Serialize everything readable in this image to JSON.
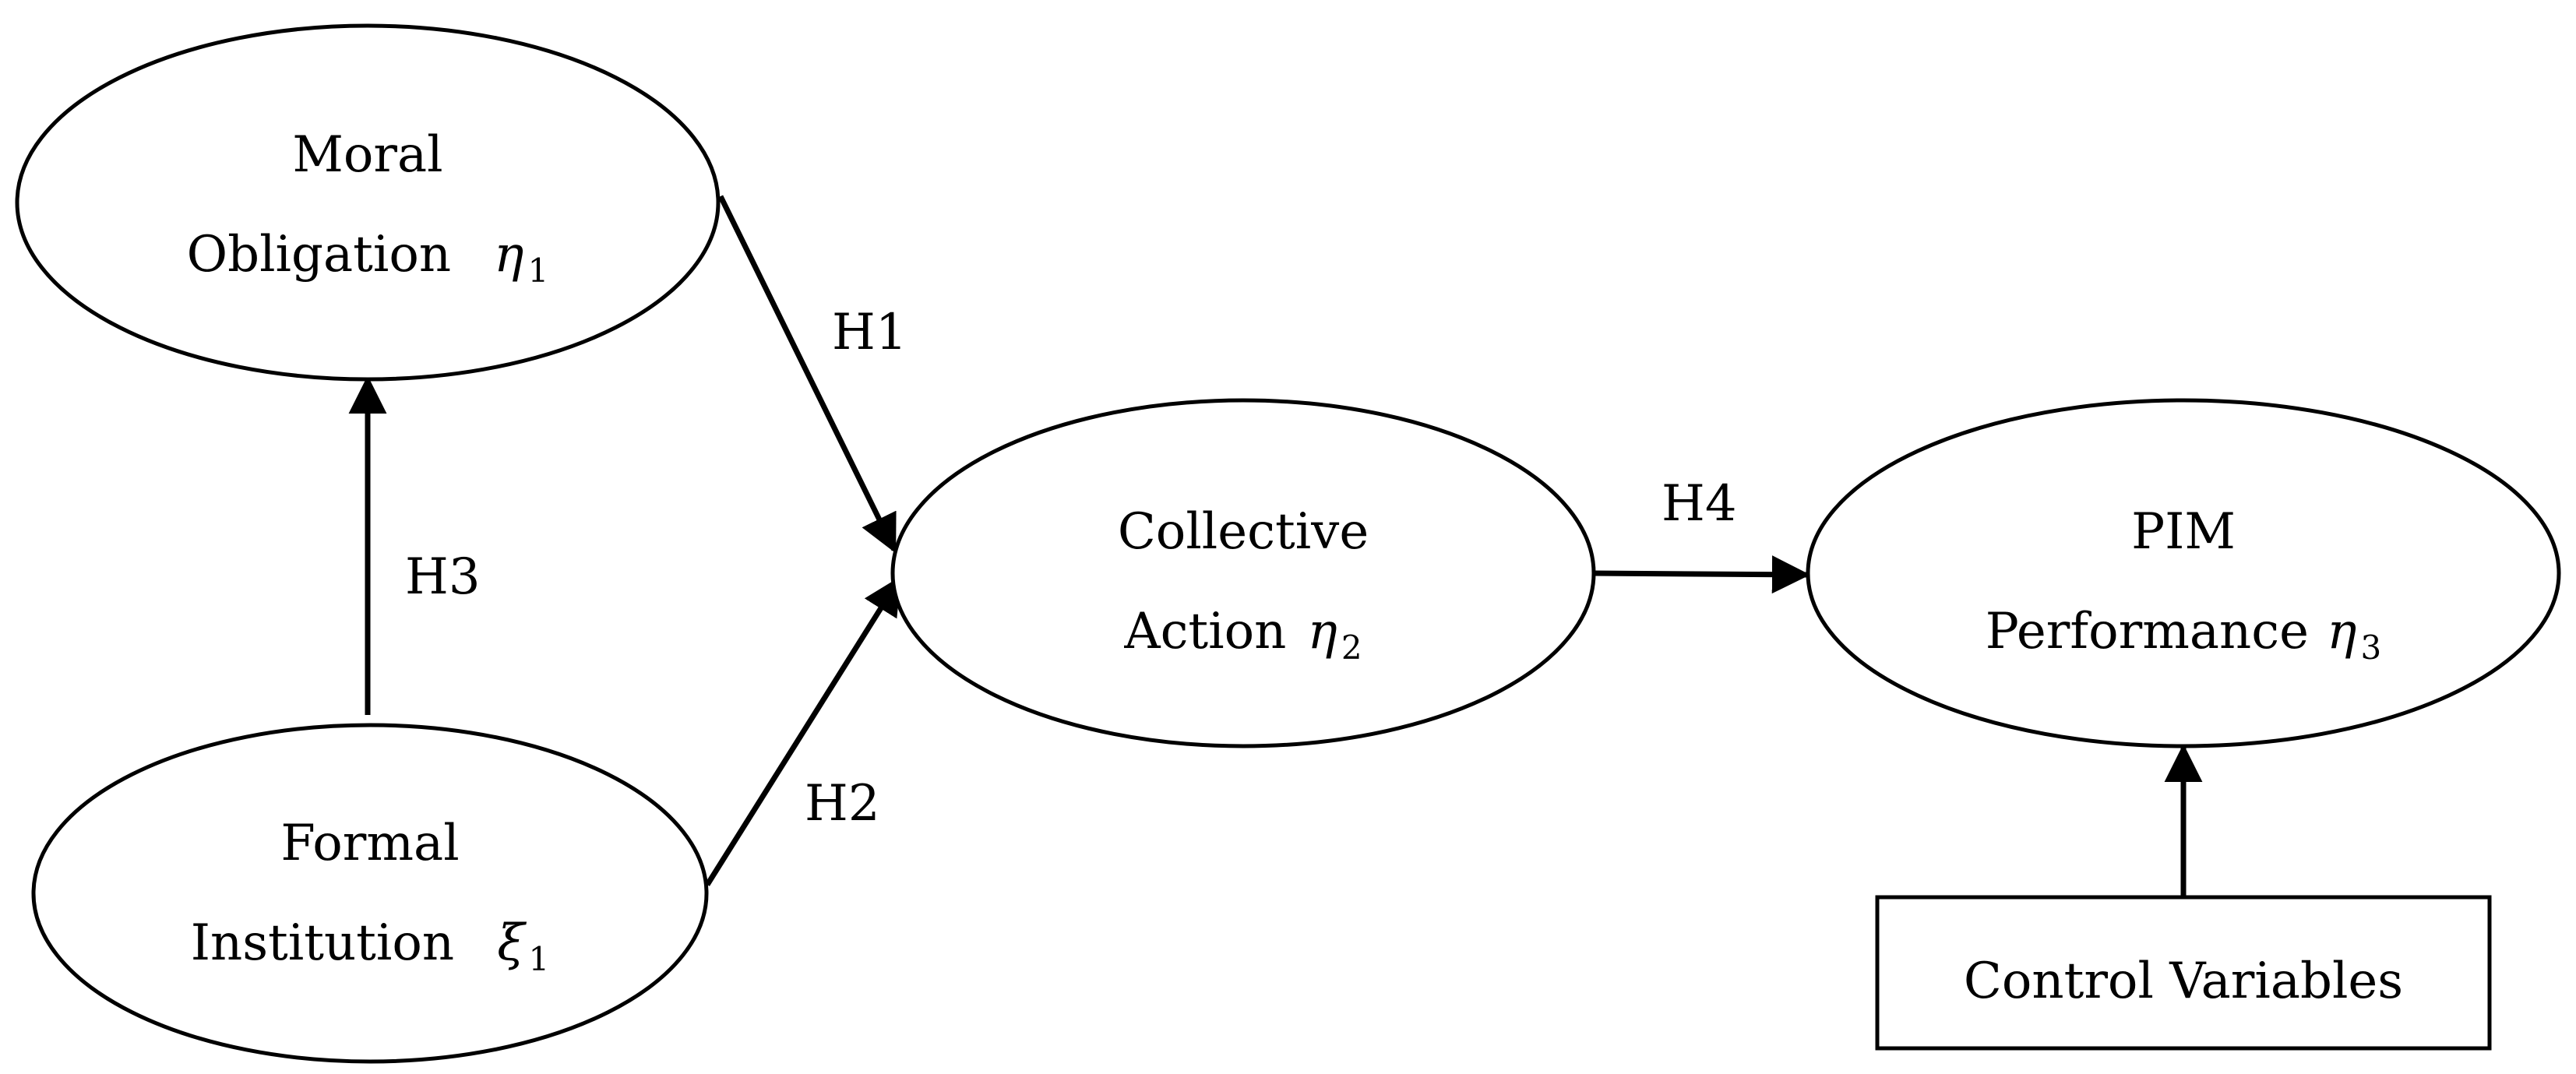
{
  "nodes": {
    "moral_obligation": {
      "line1": "Moral",
      "line2": "Obligation",
      "var": "η",
      "sub": "1"
    },
    "formal_institution": {
      "line1": "Formal",
      "line2": "Institution",
      "var": "ξ",
      "sub": "1"
    },
    "collective_action": {
      "line1": "Collective",
      "line2": "Action",
      "var": "η",
      "sub": "2"
    },
    "pim_performance": {
      "line1": "PIM",
      "line2": "Performance",
      "var": "η",
      "sub": "3"
    },
    "control_variables": {
      "label": "Control Variables"
    }
  },
  "edges": {
    "h1": "H1",
    "h2": "H2",
    "h3": "H3",
    "h4": "H4"
  },
  "colors": {
    "stroke": "#000000",
    "background": "#ffffff"
  }
}
